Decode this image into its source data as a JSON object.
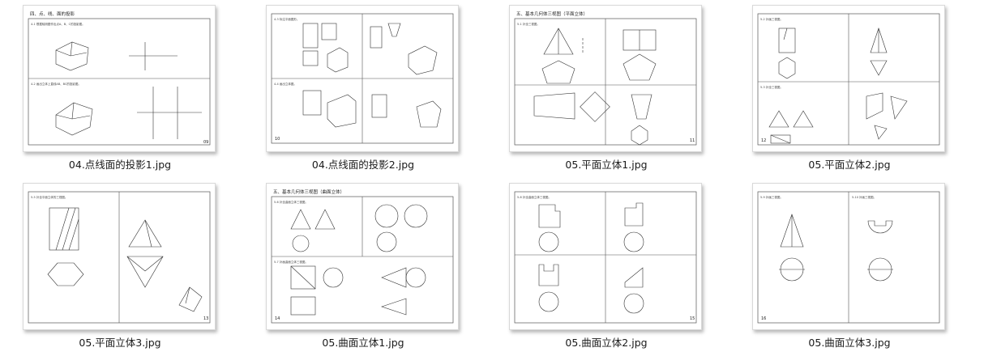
{
  "files": [
    {
      "name": "04.点线面的投影1.jpg",
      "page_title": "四、点、线、面的投影",
      "page_number": "09",
      "panel_notes": [
        "4-1 根据轴测图作出点A、B、C的投影图。",
        "4-2 画出立体上直线AB、BC的投影图。"
      ]
    },
    {
      "name": "04.点线面的投影2.jpg",
      "page_title": "",
      "page_number": "10",
      "panel_notes": [
        "4-3 标注平面图形。",
        "4-4 画出立体图。"
      ]
    },
    {
      "name": "05.平面立体1.jpg",
      "page_title": "五、基本几何体三视图（平面立体）",
      "page_number": "11",
      "panel_notes": [
        "5-1 补全三视图。",
        ""
      ]
    },
    {
      "name": "05.平面立体2.jpg",
      "page_title": "",
      "page_number": "12",
      "panel_notes": [
        "5-2 补画三视图。",
        "5-3 补全三视图。"
      ]
    },
    {
      "name": "05.平面立体3.jpg",
      "page_title": "",
      "page_number": "13",
      "panel_notes": [
        "5-5 补全平面立体的三视图。",
        ""
      ]
    },
    {
      "name": "05.曲面立体1.jpg",
      "page_title": "五、基本几何体三视图（曲面立体）",
      "page_number": "14",
      "panel_notes": [
        "5-6 补全曲面立体三视图。",
        "5-7 补画曲面立体三视图。"
      ]
    },
    {
      "name": "05.曲面立体2.jpg",
      "page_title": "",
      "page_number": "15",
      "panel_notes": [
        "5-8 补全曲面立体三视图。",
        ""
      ]
    },
    {
      "name": "05.曲面立体3.jpg",
      "page_title": "",
      "page_number": "16",
      "panel_notes": [
        "5-9 补画三视图。",
        "5-10 补画三视图。"
      ]
    }
  ],
  "icons": [
    "image-thumbnail-icon"
  ],
  "colors": {
    "background": "#ffffff",
    "caption_text": "#1a1a1a",
    "line_art": "#2a2a2a"
  }
}
